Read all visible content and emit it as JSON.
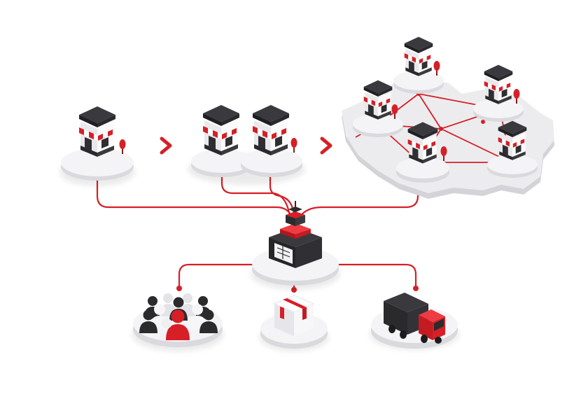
{
  "colors": {
    "accent": "#d61f26",
    "dark": "#2b2b2e",
    "platform": "#f4f4f6",
    "platform_side": "#d9d9de",
    "map": "#ececef",
    "map_side": "#d3d3d8"
  },
  "diagram": {
    "stages": [
      {
        "id": "single-store",
        "stores": 1
      },
      {
        "id": "two-stores",
        "stores": 2
      },
      {
        "id": "store-network",
        "stores": 5
      }
    ],
    "arrows": [
      "chevron-right-icon",
      "chevron-right-icon"
    ],
    "hub": {
      "icon": "control-tower-icon"
    },
    "outputs": [
      {
        "id": "customers",
        "icon": "people-group-icon"
      },
      {
        "id": "inventory",
        "icon": "parcel-box-icon"
      },
      {
        "id": "delivery",
        "icon": "delivery-truck-icon"
      }
    ]
  }
}
